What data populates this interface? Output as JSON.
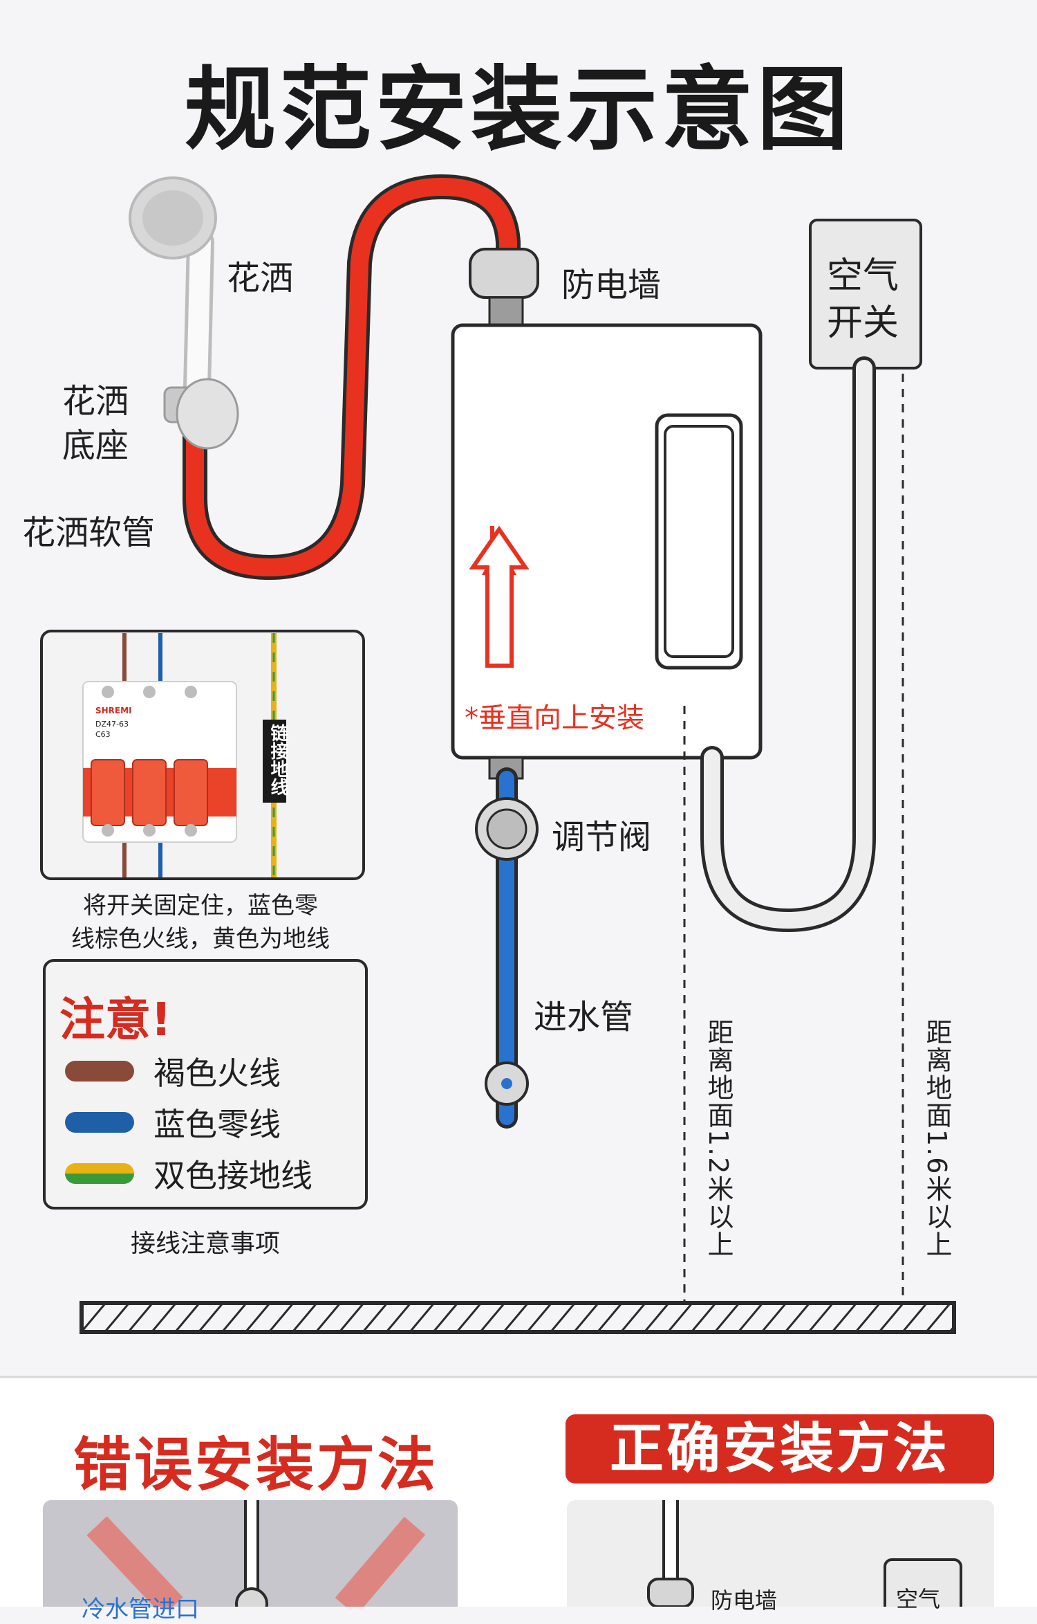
{
  "title": "规范安装示意图",
  "labels": {
    "shower": "花洒",
    "shower_base": "花洒\n底座",
    "shower_hose": "花洒软管",
    "anti_shock_wall": "防电墙",
    "air_switch": "空气\n开关",
    "install_upright": "*垂直向上安装",
    "valve": "调节阀",
    "inlet_pipe": "进水管",
    "distance_heater": "距离地面1.2米以上",
    "distance_switch": "距离地面1.6米以上"
  },
  "breaker": {
    "brand": "SHREMI",
    "model": "DZ47-63",
    "rating": "C63",
    "ground_tag": "链接地线",
    "caption": "将开关固定住，蓝色零\n线棕色火线，黄色为地线"
  },
  "notice": {
    "title": "注意!",
    "items": [
      {
        "label": "褐色火线",
        "color": "#8a4a3a"
      },
      {
        "label": "蓝色零线",
        "color": "#1f5fa8"
      },
      {
        "label": "双色接地线",
        "color": "#e8b214",
        "color2": "#3a9a3a"
      }
    ],
    "caption": "接线注意事项"
  },
  "wrong_section": {
    "title": "错误安装方法",
    "partial_label": "冷水管进口"
  },
  "right_section": {
    "title": "正确安装方法",
    "label_wall": "防电墙",
    "label_switch": "空气"
  },
  "colors": {
    "hot_pipe": "#e8321f",
    "cold_pipe": "#2a72d0",
    "accent_red": "#d62b1f",
    "body": "#ffffff",
    "outline": "#2a2a2a"
  }
}
